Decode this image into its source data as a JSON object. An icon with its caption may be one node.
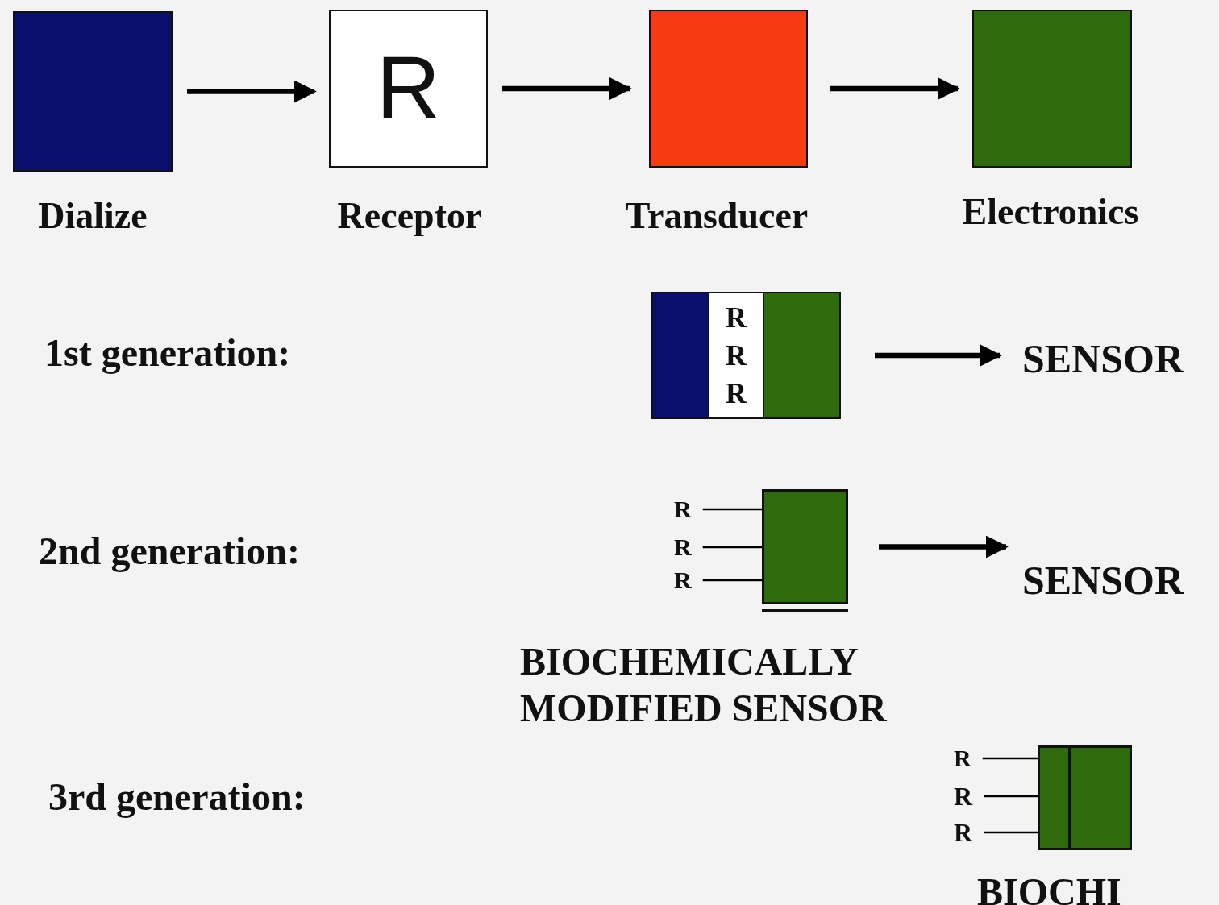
{
  "diagram": {
    "nodes": [
      {
        "text": [
          "Dialize"
        ]
      },
      {
        "text": [
          "R",
          "Receptor"
        ]
      },
      {
        "text": [
          "Transducer"
        ]
      },
      {
        "text": [
          "Electronics"
        ]
      },
      {
        "text": [
          "R",
          "R",
          "R"
        ]
      },
      {
        "text": [
          "SENSOR"
        ]
      },
      {
        "text": [
          "R"
        ]
      },
      {
        "text": [
          "R"
        ]
      },
      {
        "text": [
          "R"
        ]
      },
      {
        "text": [],
        "shape": "box",
        "beside": [
          "BIOCHEMICALLY MODIFIED SENSOR"
        ]
      },
      {
        "text": [
          "SENSOR"
        ]
      },
      {
        "text": [
          "R"
        ]
      },
      {
        "text": [
          "R"
        ]
      },
      {
        "text": [
          "R"
        ]
      },
      {
        "text": [],
        "shape": "box",
        "beside": [
          "BIOCHI"
        ]
      }
    ],
    "edges": [
      {
        "from": 0,
        "to": 1,
        "arrow": "to",
        "style": "thick"
      },
      {
        "from": 1,
        "to": 2,
        "arrow": "to",
        "style": "thick"
      },
      {
        "from": 2,
        "to": 3,
        "arrow": "to",
        "style": "thick"
      },
      {
        "from": 4,
        "to": 5,
        "arrow": "to",
        "style": "thick"
      },
      {
        "from": 6,
        "to": 9,
        "arrow": "none"
      },
      {
        "from": 7,
        "to": 9,
        "arrow": "none"
      },
      {
        "from": 8,
        "to": 9,
        "arrow": "none"
      },
      {
        "from": 9,
        "to": 10,
        "arrow": "to",
        "style": "thick"
      },
      {
        "from": 11,
        "to": 14,
        "arrow": "none"
      },
      {
        "from": 12,
        "to": 14,
        "arrow": "none"
      },
      {
        "from": 13,
        "to": 14,
        "arrow": "none"
      }
    ],
    "labels": [
      "1st generation:",
      "2nd generation:",
      "3rd generation:"
    ]
  }
}
